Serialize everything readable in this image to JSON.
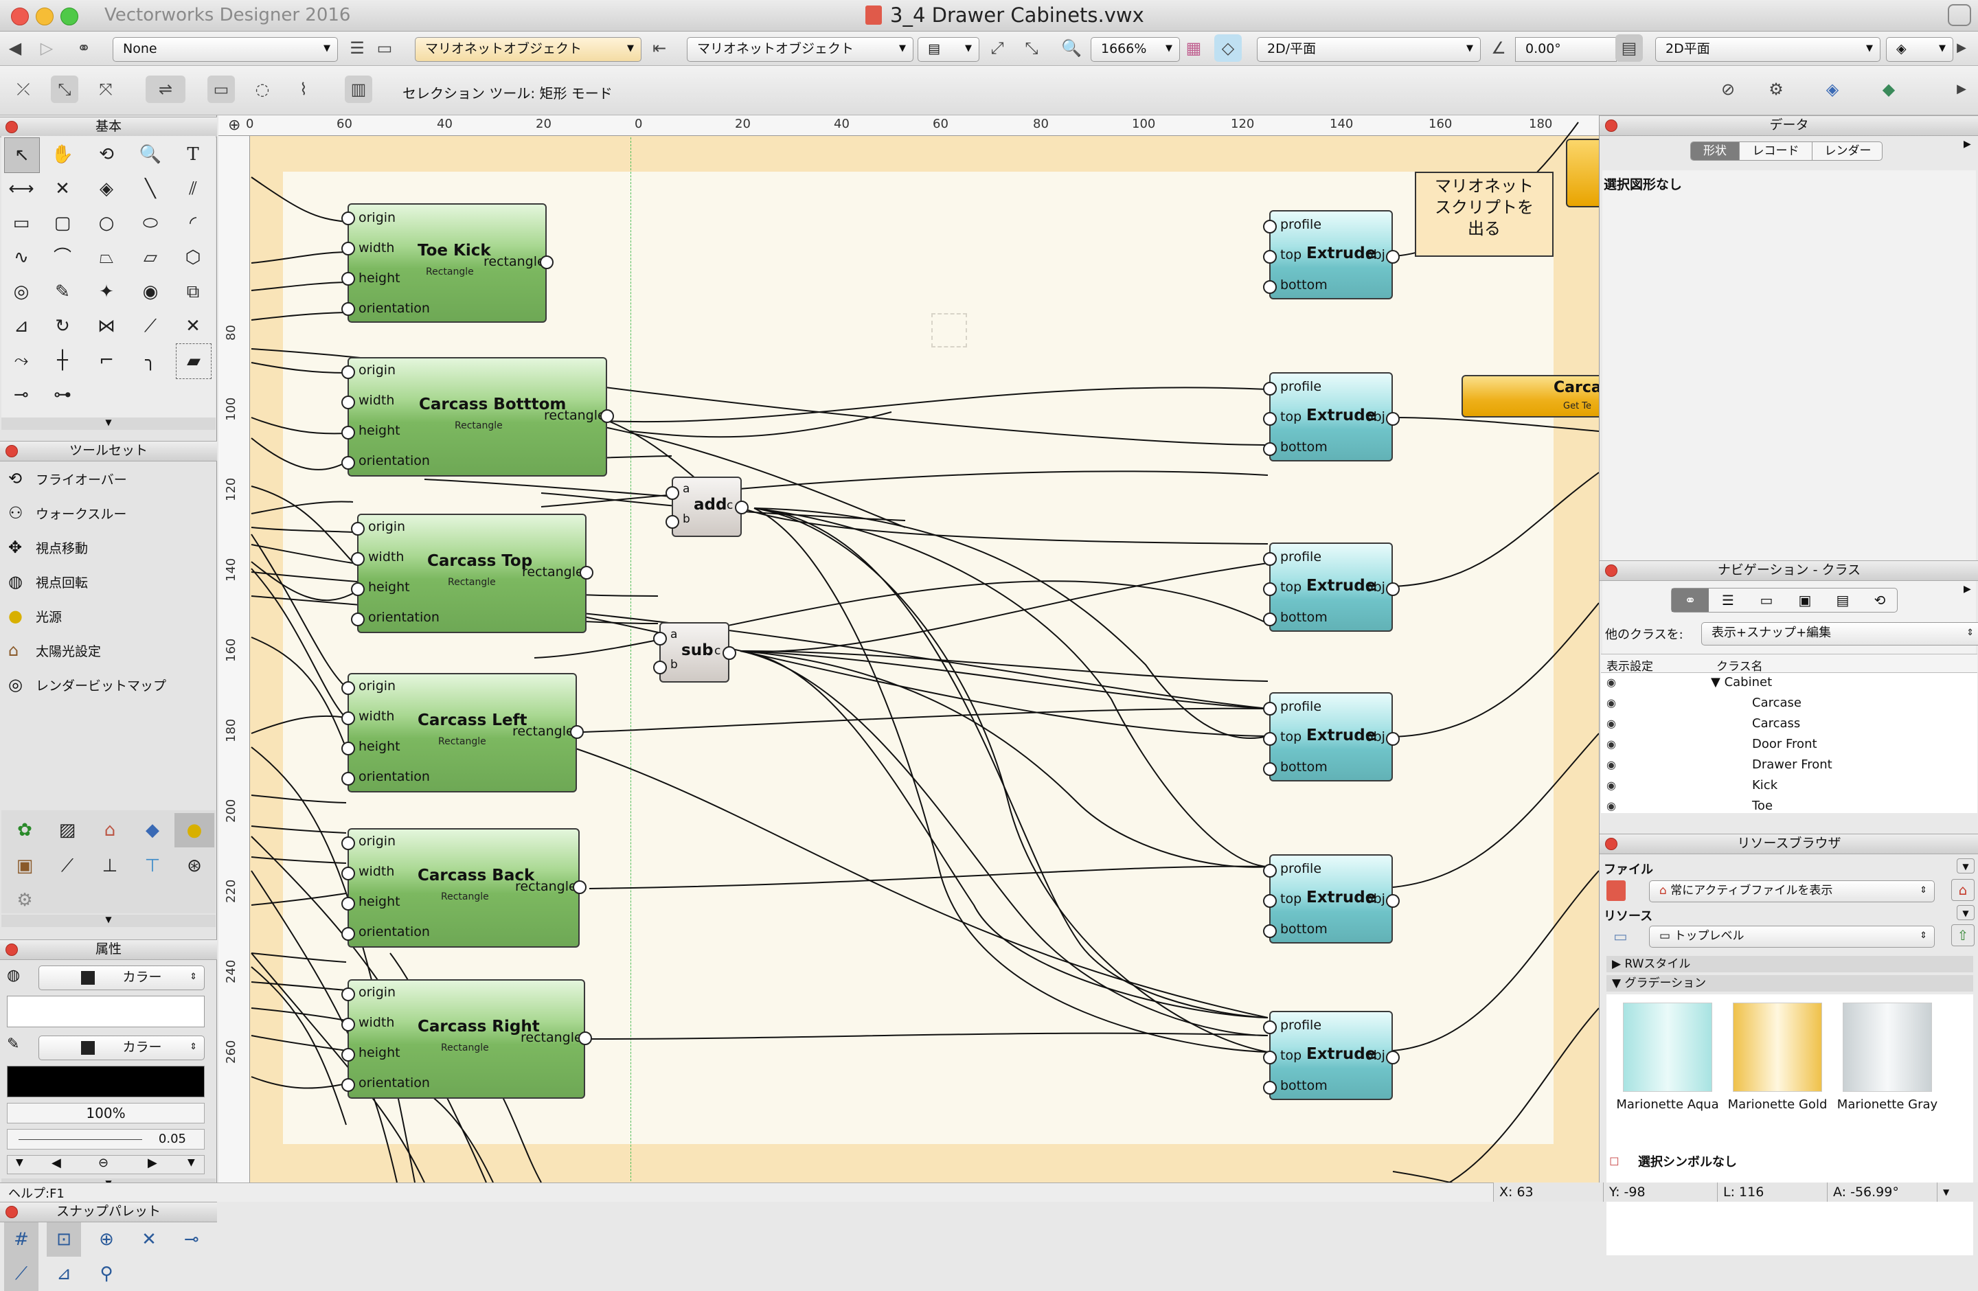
{
  "window": {
    "app_name": "Vectorworks Designer 2016",
    "doc_title": "3_4 Drawer Cabinets.vwx"
  },
  "toolbar1": {
    "class_select": "None",
    "layer_select": "マリオネットオブジェクト",
    "layer_select2": "マリオネットオブジェクト",
    "zoom": "1666%",
    "view": "2D/平面",
    "angle": "0.00°",
    "render": "2D平面"
  },
  "toolbar2": {
    "mode_label": "セレクション ツール: 矩形 モード"
  },
  "palettes": {
    "basic_title": "基本",
    "toolset_title": "ツールセット",
    "toolsets": [
      {
        "icon": "flyover-icon",
        "label": "フライオーバー"
      },
      {
        "icon": "walkthrough-icon",
        "label": "ウォークスルー"
      },
      {
        "icon": "pan-icon",
        "label": "視点移動"
      },
      {
        "icon": "orbit-icon",
        "label": "視点回転"
      },
      {
        "icon": "light-icon",
        "label": "光源"
      },
      {
        "icon": "sun-icon",
        "label": "太陽光設定"
      },
      {
        "icon": "render-bitmap-icon",
        "label": "レンダービットマップ"
      }
    ],
    "attributes_title": "属性",
    "fill_label": "カラー",
    "pen_label": "カラー",
    "opacity": "100%",
    "line_weight": "0.05",
    "snap_title": "スナップパレット"
  },
  "rulers": {
    "h": [
      "0",
      "60",
      "40",
      "20",
      "0",
      "20",
      "40",
      "60",
      "80",
      "100",
      "120",
      "140",
      "160",
      "180"
    ],
    "v": [
      "80",
      "100",
      "120",
      "140",
      "160",
      "180",
      "200",
      "220",
      "240",
      "260"
    ]
  },
  "nodes": {
    "toe_kick": {
      "title": "Toe Kick",
      "sub": "Rectangle",
      "inputs": [
        "origin",
        "width",
        "height",
        "orientation"
      ],
      "output": "rectangle"
    },
    "carcass_bottom": {
      "title": "Carcass Botttom",
      "sub": "Rectangle",
      "inputs": [
        "origin",
        "width",
        "height",
        "orientation"
      ],
      "output": "rectangle"
    },
    "carcass_top": {
      "title": "Carcass Top",
      "sub": "Rectangle",
      "inputs": [
        "origin",
        "width",
        "height",
        "orientation"
      ],
      "output": "rectangle"
    },
    "carcass_left": {
      "title": "Carcass Left",
      "sub": "Rectangle",
      "inputs": [
        "origin",
        "width",
        "height",
        "orientation"
      ],
      "output": "rectangle"
    },
    "carcass_back": {
      "title": "Carcass Back",
      "sub": "Rectangle",
      "inputs": [
        "origin",
        "width",
        "height",
        "orientation"
      ],
      "output": "rectangle"
    },
    "carcass_right": {
      "title": "Carcass Right",
      "sub": "Rectangle",
      "inputs": [
        "origin",
        "width",
        "height",
        "orientation"
      ],
      "output": "rectangle"
    },
    "add": {
      "title": "add",
      "inputs": [
        "a",
        "b"
      ],
      "output": "c"
    },
    "sub": {
      "title": "sub",
      "inputs": [
        "a",
        "b"
      ],
      "output": "c"
    },
    "extrude": {
      "title": "Extrude",
      "inputs": [
        "profile",
        "top",
        "bottom"
      ],
      "output": "obj"
    },
    "note": "マリオネット\nスクリプトを\n出る",
    "carcass_partial": {
      "title": "Carcass",
      "sub": "Get Te"
    }
  },
  "data_palette": {
    "title": "データ",
    "tabs": [
      "形状",
      "レコード",
      "レンダー"
    ],
    "empty": "選択図形なし"
  },
  "nav_palette": {
    "title": "ナビゲーション - クラス",
    "other_classes_label": "他のクラスを:",
    "other_classes_value": "表示+スナップ+編集",
    "col_visibility": "表示設定",
    "col_class": "クラス名",
    "root": "Cabinet",
    "classes": [
      "Carcase",
      "Carcass",
      "Door Front",
      "Drawer Front",
      "Kick",
      "Toe"
    ]
  },
  "resource_browser": {
    "title": "リソースブラウザ",
    "file_label": "ファイル",
    "file_value": "常にアクティブファイルを表示",
    "resource_label": "リソース",
    "resource_value": "トップレベル",
    "folders": [
      "RWスタイル",
      "グラデーション"
    ],
    "swatches": [
      {
        "label": "Marionette Aqua",
        "c1": "#a8e3e2",
        "c2": "#eafaf9"
      },
      {
        "label": "Marionette Gold",
        "c1": "#efc14a",
        "c2": "#fff7df"
      },
      {
        "label": "Marionette Gray",
        "c1": "#c9d0d3",
        "c2": "#f7f9fa"
      }
    ],
    "footer": "選択シンボルなし"
  },
  "status": {
    "help": "ヘルプ:F1",
    "x": "X: 63",
    "y": "Y: -98",
    "l": "L: 116",
    "a": "A: -56.99°"
  }
}
